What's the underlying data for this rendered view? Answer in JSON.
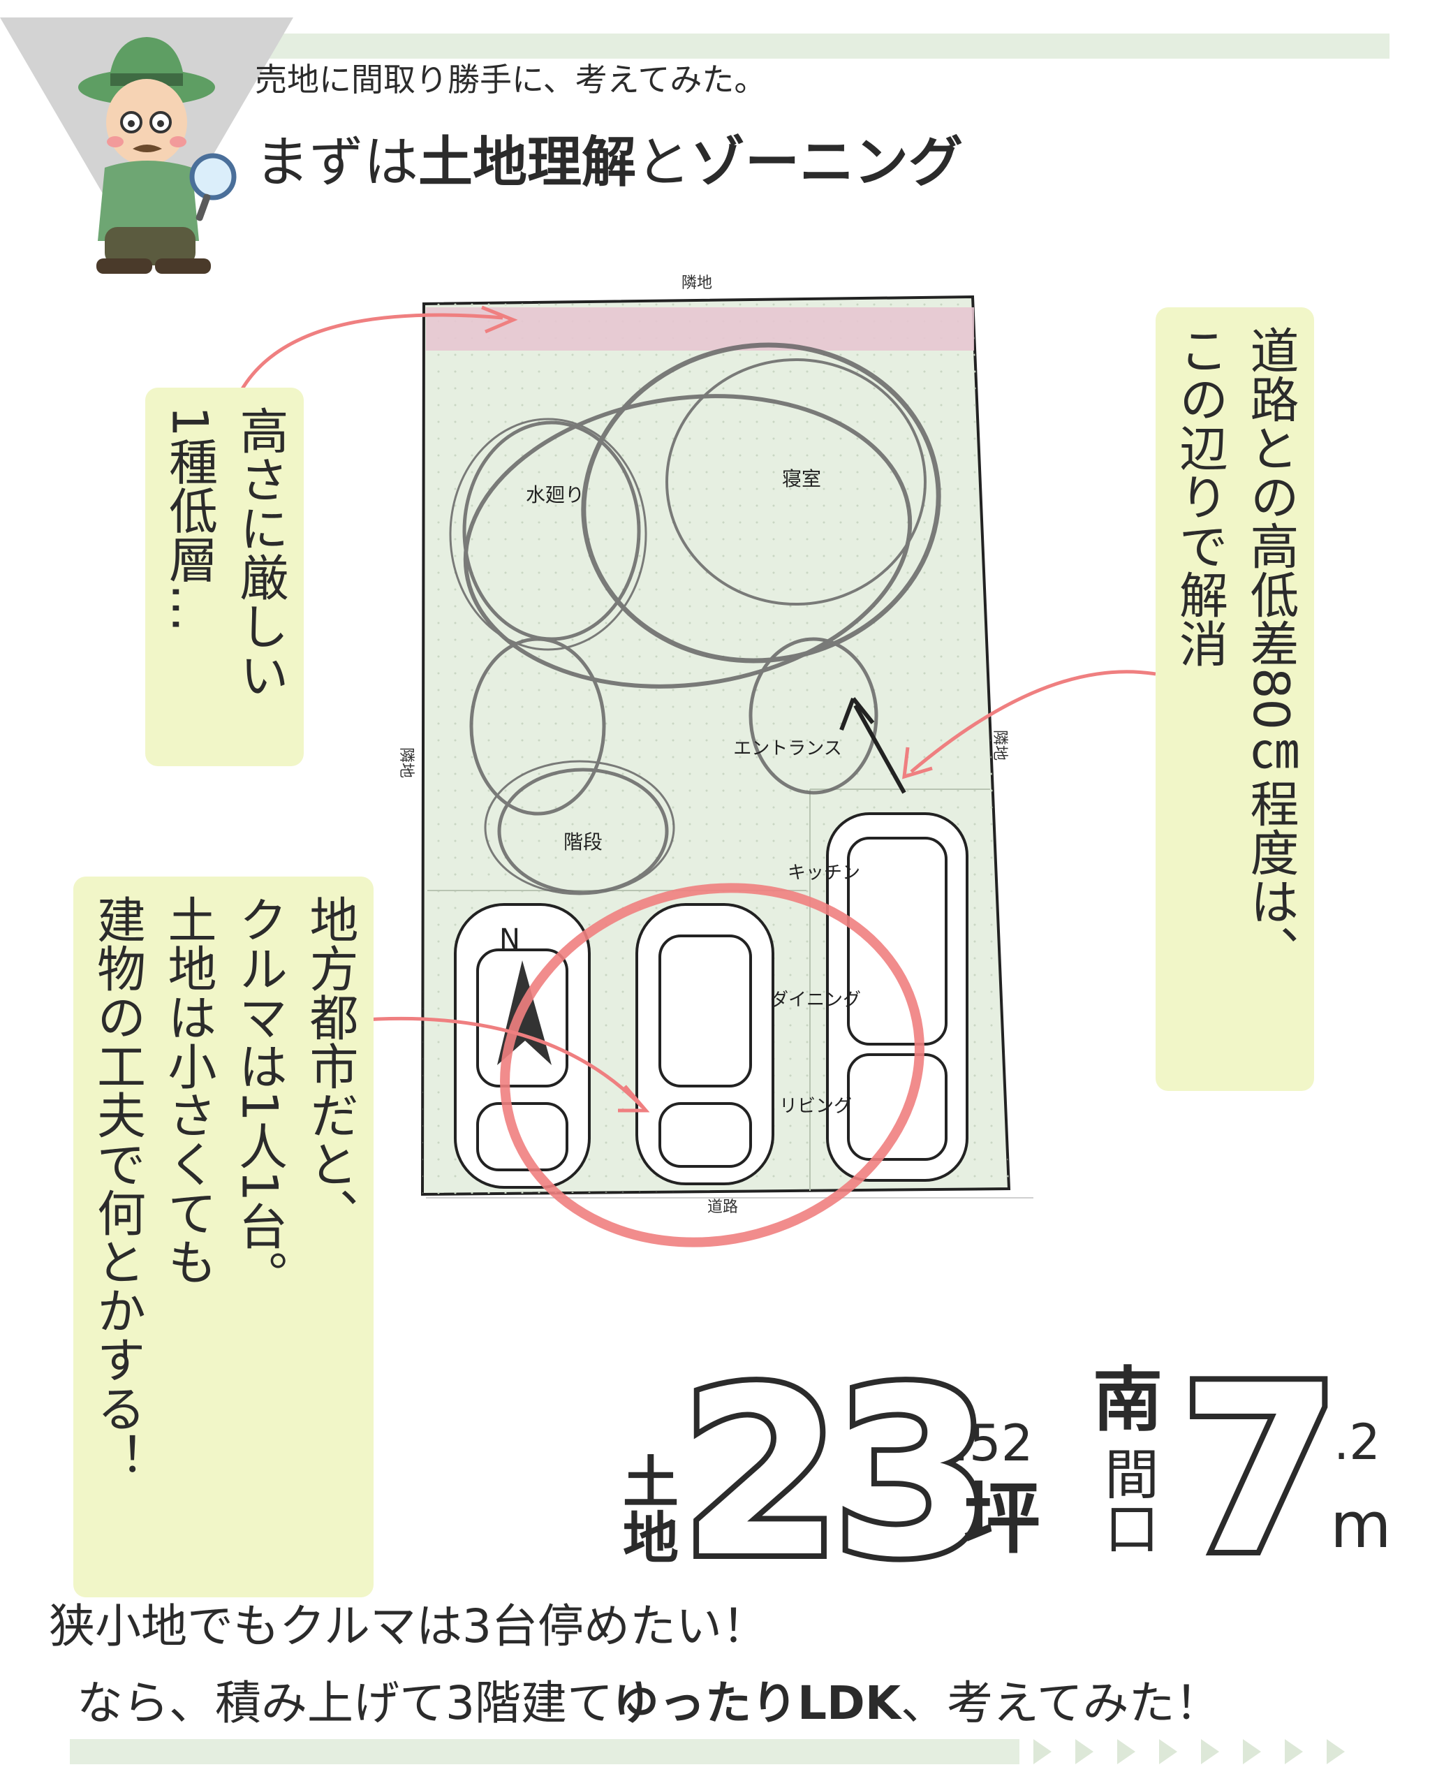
{
  "header": {
    "subtitle": "売地に間取り勝手に、考えてみた。",
    "title_pre": "まずは",
    "title_bold1": "土地理解",
    "title_mid": "と",
    "title_bold2": "ゾーニング"
  },
  "notes": {
    "height_restriction": "高さに厳しい\n1種低層…",
    "road_level": "道路との高低差80㎝程度は、\nこの辺りで解消",
    "cars": "地方都市だと、\nクルマは1人1台。\n土地は小さくても\n建物の工夫で何とかする！"
  },
  "plan": {
    "neighbor_top": "隣地",
    "neighbor_left": "隣地",
    "neighbor_right": "隣地",
    "road": "道路",
    "north": "N",
    "rooms": {
      "water": "水廻り",
      "bedroom": "寝室",
      "entrance": "エントランス",
      "stairs": "階段",
      "kitchen": "キッチン",
      "dining": "ダイニング",
      "living": "リビング"
    }
  },
  "stats": {
    "land_label": "土地",
    "land_int": "23",
    "land_dec": ".52",
    "land_unit": "坪",
    "frontage_dir": "南",
    "frontage_label": "間口",
    "frontage_int": "7",
    "frontage_dec": ".2",
    "frontage_unit": "m"
  },
  "footer": {
    "line1": "狭小地でもクルマは3台停めたい！",
    "line2_pre": "なら、積み上げて3階建て",
    "line2_bold": "ゆったりLDK",
    "line2_post": "、考えてみた！"
  },
  "colors": {
    "land": "#e6efe1",
    "highlight_band": "#e7c7d2",
    "note_bg": "#f1f6c8",
    "red_arrow": "#ef7f80",
    "header_band": "#e4eee0"
  }
}
